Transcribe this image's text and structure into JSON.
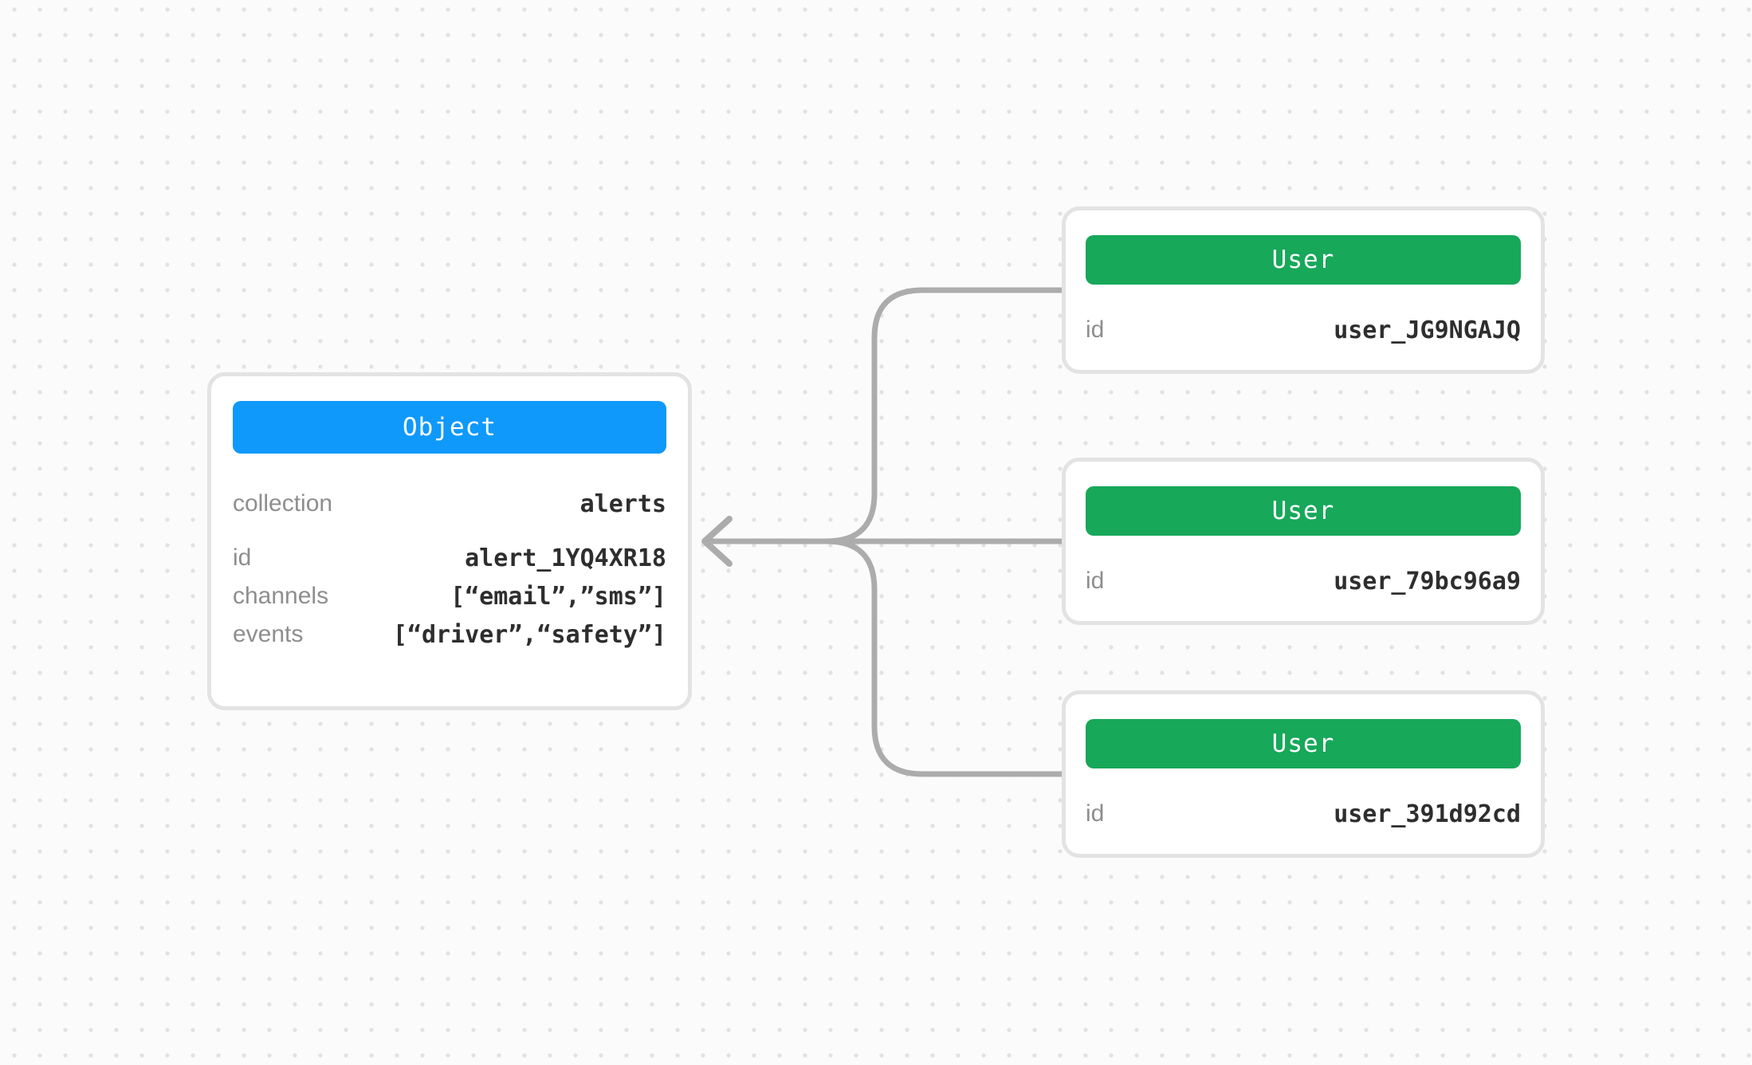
{
  "diagram": {
    "background": {
      "bg_color": "#FBFBFB",
      "dot_color": "#E2E2E2"
    },
    "connector": {
      "color": "#ACACAC"
    },
    "object_node": {
      "title": "Object",
      "header_color": "#0F99FA",
      "fields": [
        {
          "label": "collection",
          "value": "alerts"
        },
        {
          "label": "id",
          "value": "alert_1YQ4XR18"
        },
        {
          "label": "channels",
          "value": "[“email”,”sms”]"
        },
        {
          "label": "events",
          "value": "[“driver”,“safety”]"
        }
      ]
    },
    "user_nodes": [
      {
        "title": "User",
        "header_color": "#17A85A",
        "fields": [
          {
            "label": "id",
            "value": "user_JG9NGAJQ"
          }
        ]
      },
      {
        "title": "User",
        "header_color": "#17A85A",
        "fields": [
          {
            "label": "id",
            "value": "user_79bc96a9"
          }
        ]
      },
      {
        "title": "User",
        "header_color": "#17A85A",
        "fields": [
          {
            "label": "id",
            "value": "user_391d92cd"
          }
        ]
      }
    ]
  }
}
